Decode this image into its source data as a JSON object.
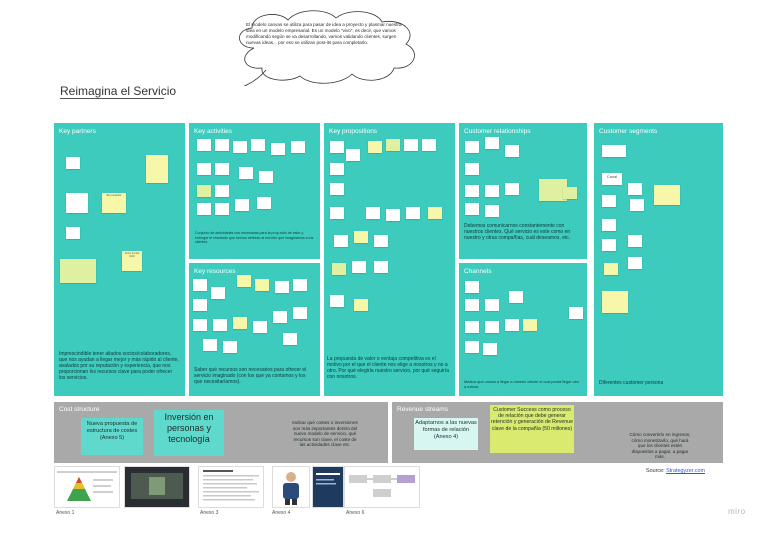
{
  "cloud_text": "El modelo canvas se utiliza para pasar de idea a proyecto y plasmar nuestra idea en un modelo empresarial. Es un modelo \"vivo\", es decir, que vamos modificando según se va desarrollando, vamos validando clientes, surgen nuevas ideas... por eso se utilizan post-its para completarlo.",
  "board_title": "Reimagina el Servicio",
  "panels": {
    "key_partners": {
      "header": "Key partners",
      "body": "Imprescindible tener aliados socios/colaboradores, que nos ayudan a llegar mejor y más rápido al cliente, avalados por su reputación y experiencia, que nos proporcionan los recursos clave para poder ofrecer los servicios."
    },
    "key_activities": {
      "header": "Key activities",
      "body": "Conjunto de actividades con necesarias para la prop-stón de valor y entregar el resultado que hemos definido al servicio que imaginamos a los clientes."
    },
    "key_resources": {
      "header": "Key resources",
      "body": "Saber qué recursos son necesarios para ofrecer el servicio imaginado (con los que ya contamos y los que necesitaríamos)."
    },
    "key_propositions": {
      "header": "Key propositions",
      "body": "La propuesta de valor o ventaja competitiva es el motivo por el que el cliente nos elige a nosotros y no a otro. Por qué elegiría nuestro servicio, por qué seguiría con nosotros."
    },
    "customer_relationships": {
      "header": "Customer relationships",
      "body": "Debemos comunicarnos constantemente con nuestros clientes. Qué servicio es este como en nuestro y otras compañías, cuál deseamos, etc."
    },
    "channels": {
      "header": "Channels",
      "body": "Medios que vamos a llegar a nuestro cliente el cual podrá llegar otro a noticia."
    },
    "customer_segments": {
      "header": "Customer segments",
      "body": "Diferentes customer persona"
    }
  },
  "notes": {
    "partners_yellow_1": "El proveedor",
    "partners_yellow_2": "Socio Fondo (GD)",
    "segments_canal": "Canal"
  },
  "cost_structure": {
    "header": "Cost structure",
    "sticky_1": "Nueva propuesta de estructura de costes (Anexo 5)",
    "sticky_2": "Inversión en personas y tecnología",
    "note": "Indicar qué costes o inversiones son más importantes dentro del nuevo modelo de servicio, qué recursos son clave, el coste de las actividades clave etc."
  },
  "revenue_streams": {
    "header": "Revenue streams",
    "sticky_1": "Adaptarnos a las nuevas formas de relación (Anexo 4)",
    "sticky_2": "Customer Success como proceso de relación que debe generar retención y generación de Revenue clave de la compañía (50 millones)",
    "note": "Cómo convertirlo en ingresos, cómo monetizarlo, qué hará que los clientes estén dispuestos a pagar, a pagar más."
  },
  "annexes": [
    "Anexo 1",
    "Anexo 3",
    "Anexo 4",
    "Anexo 6"
  ],
  "source_label": "Source: ",
  "source_link": "Strategyzer.com",
  "watermark": "miro",
  "colors": {
    "panel": "#3ccbbd",
    "cost_revenue": "#a9a9a9",
    "sticky_teal": "#5fd9cb",
    "sticky_lime": "#d9ea6e",
    "sticky_light": "#d8f6f1"
  }
}
